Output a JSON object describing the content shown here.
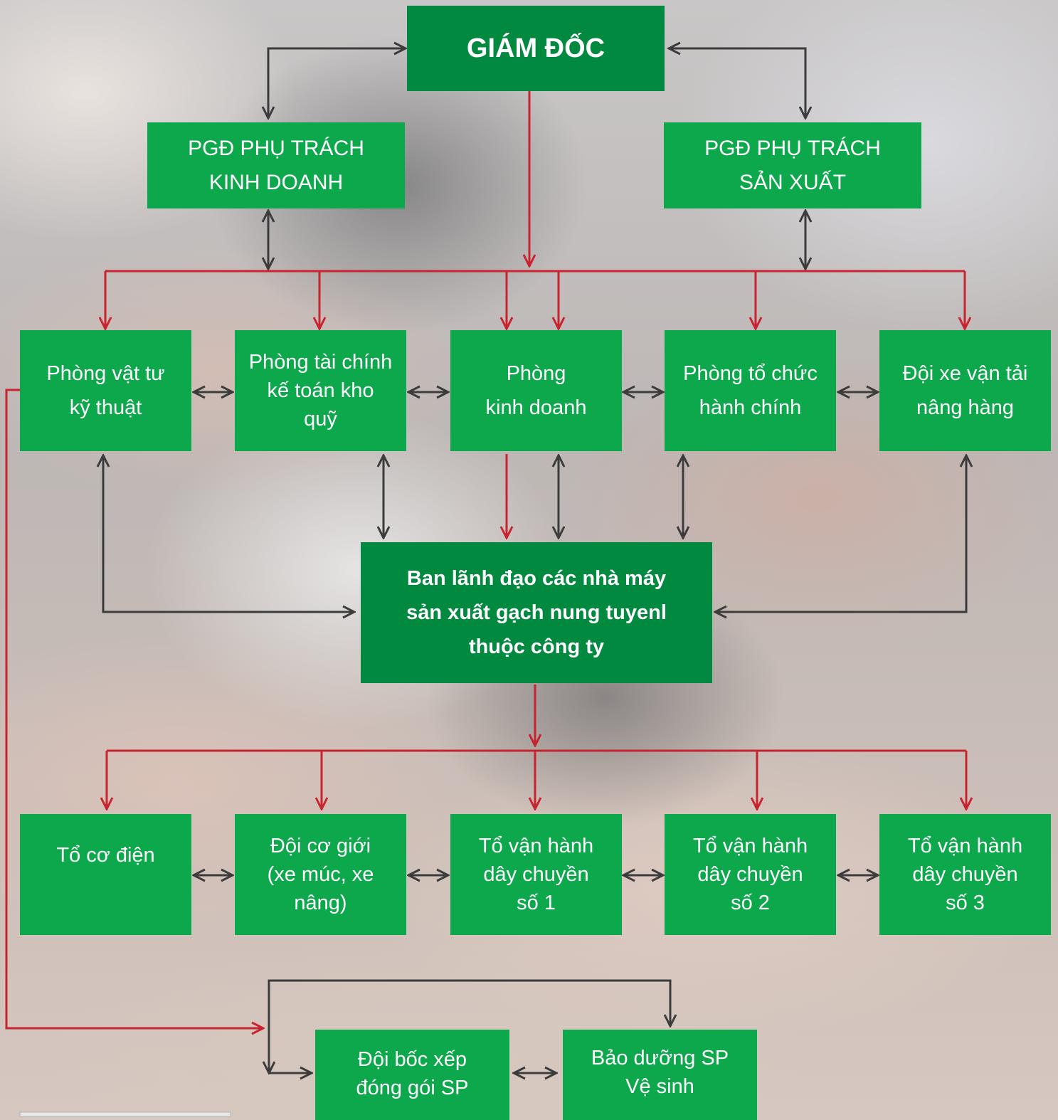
{
  "director": "GIÁM ĐỐC",
  "deputy_business": "PGĐ PHỤ TRÁCH\nKINH DOANH",
  "deputy_production": "PGĐ PHỤ TRÁCH\nSẢN XUẤT",
  "departments": [
    "Phòng vật tư\nkỹ thuật",
    "Phòng tài chính\nkế toán kho\nquỹ",
    "Phòng\nkinh doanh",
    "Phòng tổ chức\nhành chính",
    "Đội xe vận tải\nnâng hàng"
  ],
  "factory_leadership": "Ban lãnh đạo các nhà máy\nsản xuất gạch nung tuyenl\nthuộc công ty",
  "teams": [
    "Tổ cơ điện",
    "Đội cơ giới\n(xe múc, xe\nnâng)",
    "Tổ vận hành\ndây chuyền\nsố 1",
    "Tổ vận hành\ndây chuyền\nsố 2",
    "Tổ vận hành\ndây chuyền\nsố 3"
  ],
  "support_teams": [
    "Đội bốc xếp\nđóng gói SP",
    "Bảo dưỡng SP\nVệ sinh"
  ],
  "colors": {
    "box": "#0ca84b",
    "box_dark": "#00893f",
    "line_red": "#c8242f",
    "line_dark": "#3c3c3c"
  }
}
